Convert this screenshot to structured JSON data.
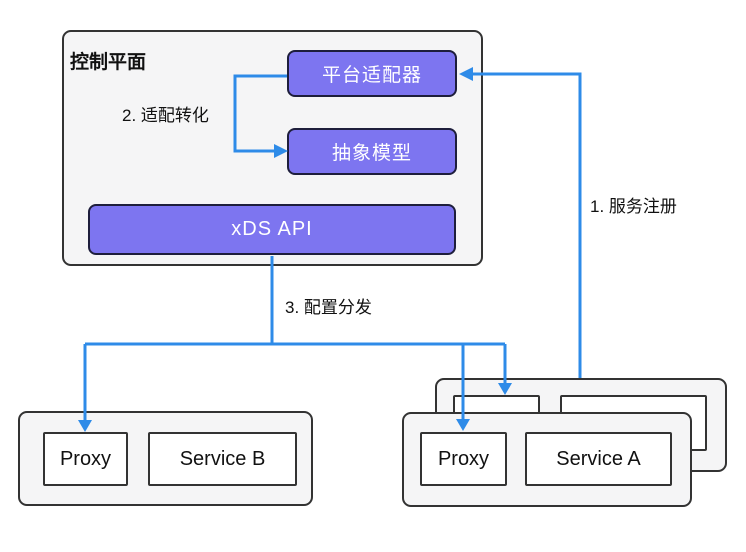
{
  "colors": {
    "arrow_blue": "#2E8BE8",
    "node_purple": "#7D75F0",
    "container_gray": "#F5F5F6",
    "border_dark": "#333333"
  },
  "control_plane": {
    "title": "控制平面",
    "platform_adapter_label": "平台适配器",
    "abstract_model_label": "抽象模型",
    "xds_api_label": "xDS API"
  },
  "edge_labels": {
    "service_registration": "1. 服务注册",
    "adaptation_transform": "2. 适配转化",
    "config_distribution": "3. 配置分发"
  },
  "service_b_group": {
    "proxy_label": "Proxy",
    "service_label": "Service B"
  },
  "service_a_group": {
    "proxy_label": "Proxy",
    "service_label": "Service A"
  }
}
